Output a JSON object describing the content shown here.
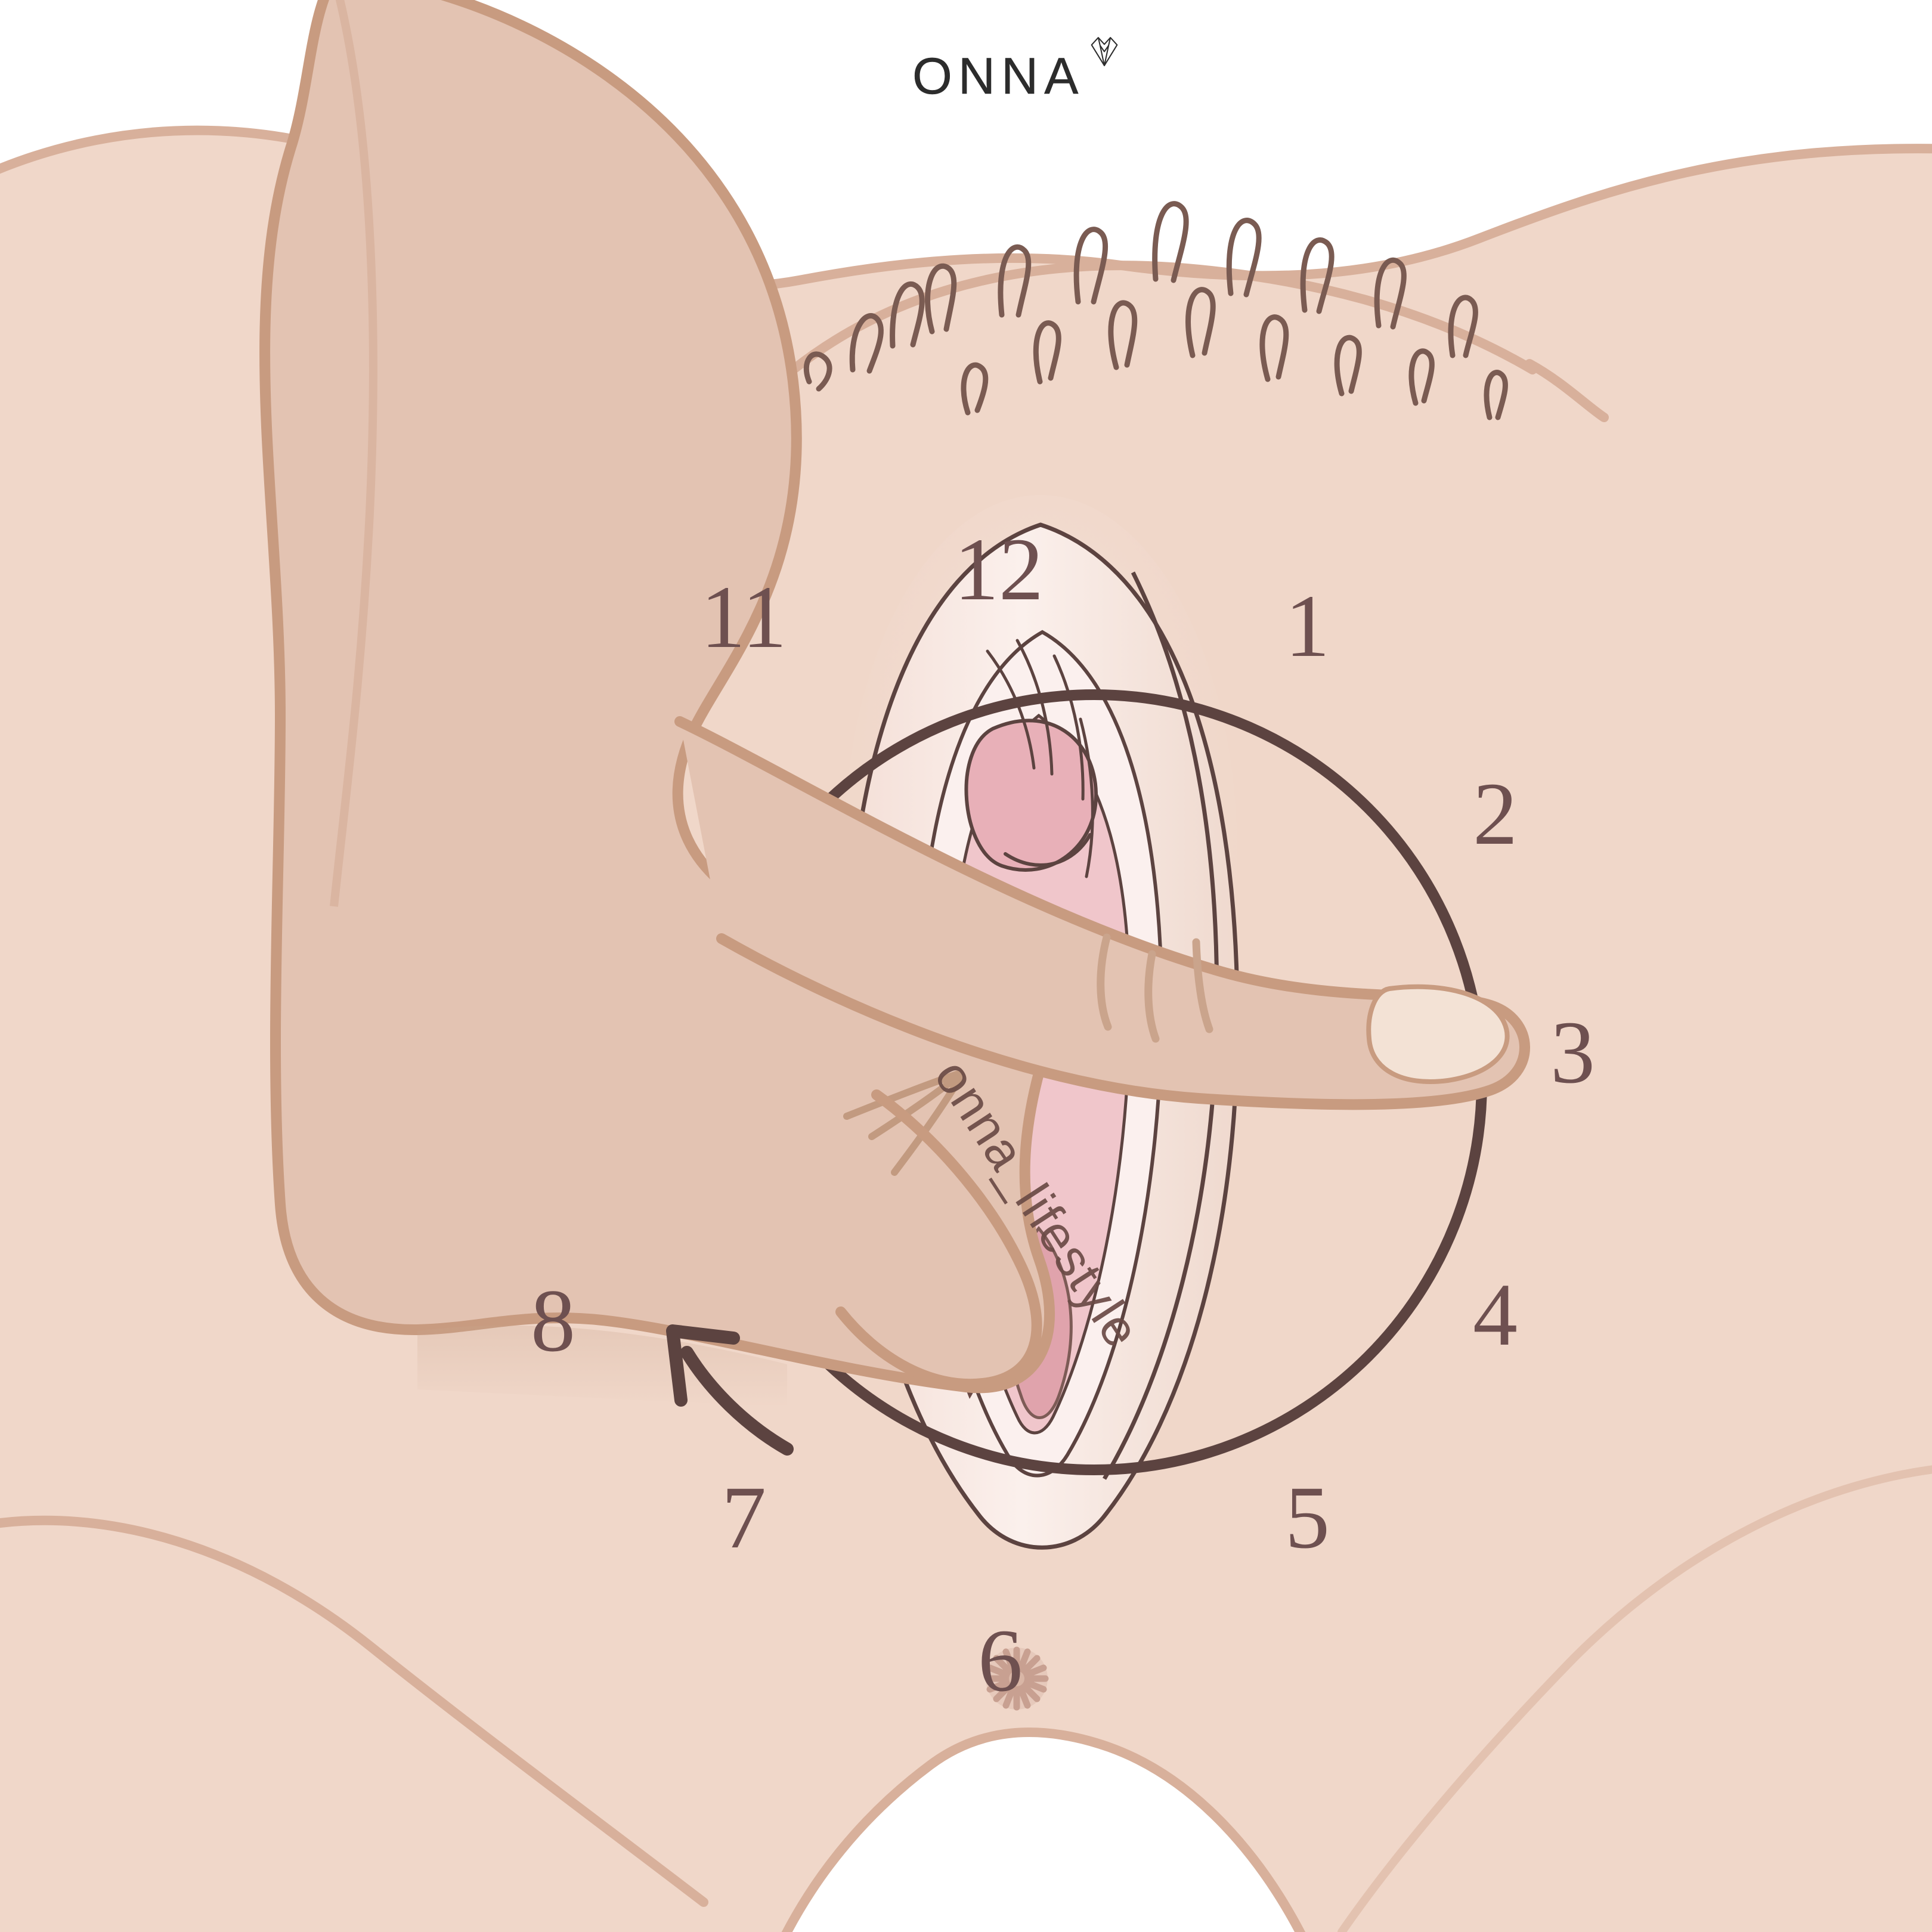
{
  "brand": {
    "name": "ONNA",
    "mark_icon": "gem-diamond-icon"
  },
  "watermark": {
    "handle": "onna_lifestyle"
  },
  "illustration": {
    "title": "Vulva clock-face massage guide",
    "subject": "hand-with-index-finger-on-vulva",
    "direction_hint_icon": "counterclockwise-arrow-icon",
    "anus_icon": "anus-starburst-icon",
    "pubic_hair_icon": "pubic-hair-strands-icon"
  },
  "clock": {
    "numerals": [
      {
        "label": "12",
        "hour": 12
      },
      {
        "label": "1",
        "hour": 1
      },
      {
        "label": "2",
        "hour": 2
      },
      {
        "label": "3",
        "hour": 3
      },
      {
        "label": "4",
        "hour": 4
      },
      {
        "label": "5",
        "hour": 5
      },
      {
        "label": "6",
        "hour": 6
      },
      {
        "label": "7",
        "hour": 7
      },
      {
        "label": "8",
        "hour": 8
      },
      {
        "label": "11",
        "hour": 11
      }
    ]
  },
  "colors": {
    "background": "#ffffff",
    "body_skin": "#f0d7c9",
    "body_outline": "#d8b09b",
    "hand_skin": "#e3c3b2",
    "hand_outline": "#c89b80",
    "fingernail": "#f3e2d5",
    "vulva_outer": "#f6e4de",
    "vulva_inner_pale": "#fbf0ee",
    "vulva_pink": "#f0c6cb",
    "vulva_pink_deep": "#e0a3ac",
    "vestibule_dark": "#6b4b46",
    "ink": "#5c4340",
    "numeral": "#6e5050",
    "logo": "#2c2c2c"
  }
}
